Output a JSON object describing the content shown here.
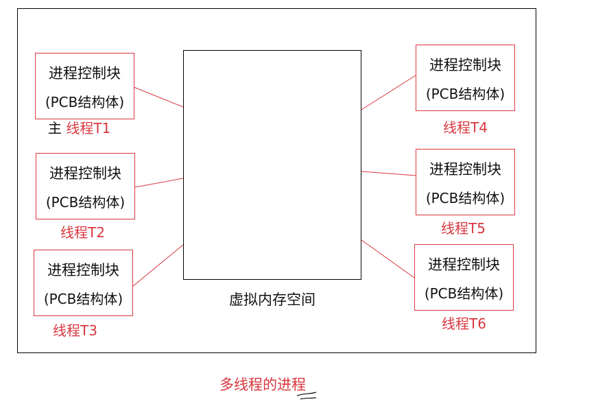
{
  "pcb_box": {
    "line1": "进程控制块",
    "line2": "(PCB结构体)"
  },
  "virtual_memory": {
    "label": "虚拟内存空间"
  },
  "threads": {
    "t1_prefix": "主",
    "t1": "线程T1",
    "t2": "线程T2",
    "t3": "线程T3",
    "t4": "线程T4",
    "t5": "线程T5",
    "t6": "线程T6"
  },
  "caption": "多线程的进程",
  "colors": {
    "accent": "#d9363e",
    "line": "#d9363e",
    "border": "#000000"
  }
}
